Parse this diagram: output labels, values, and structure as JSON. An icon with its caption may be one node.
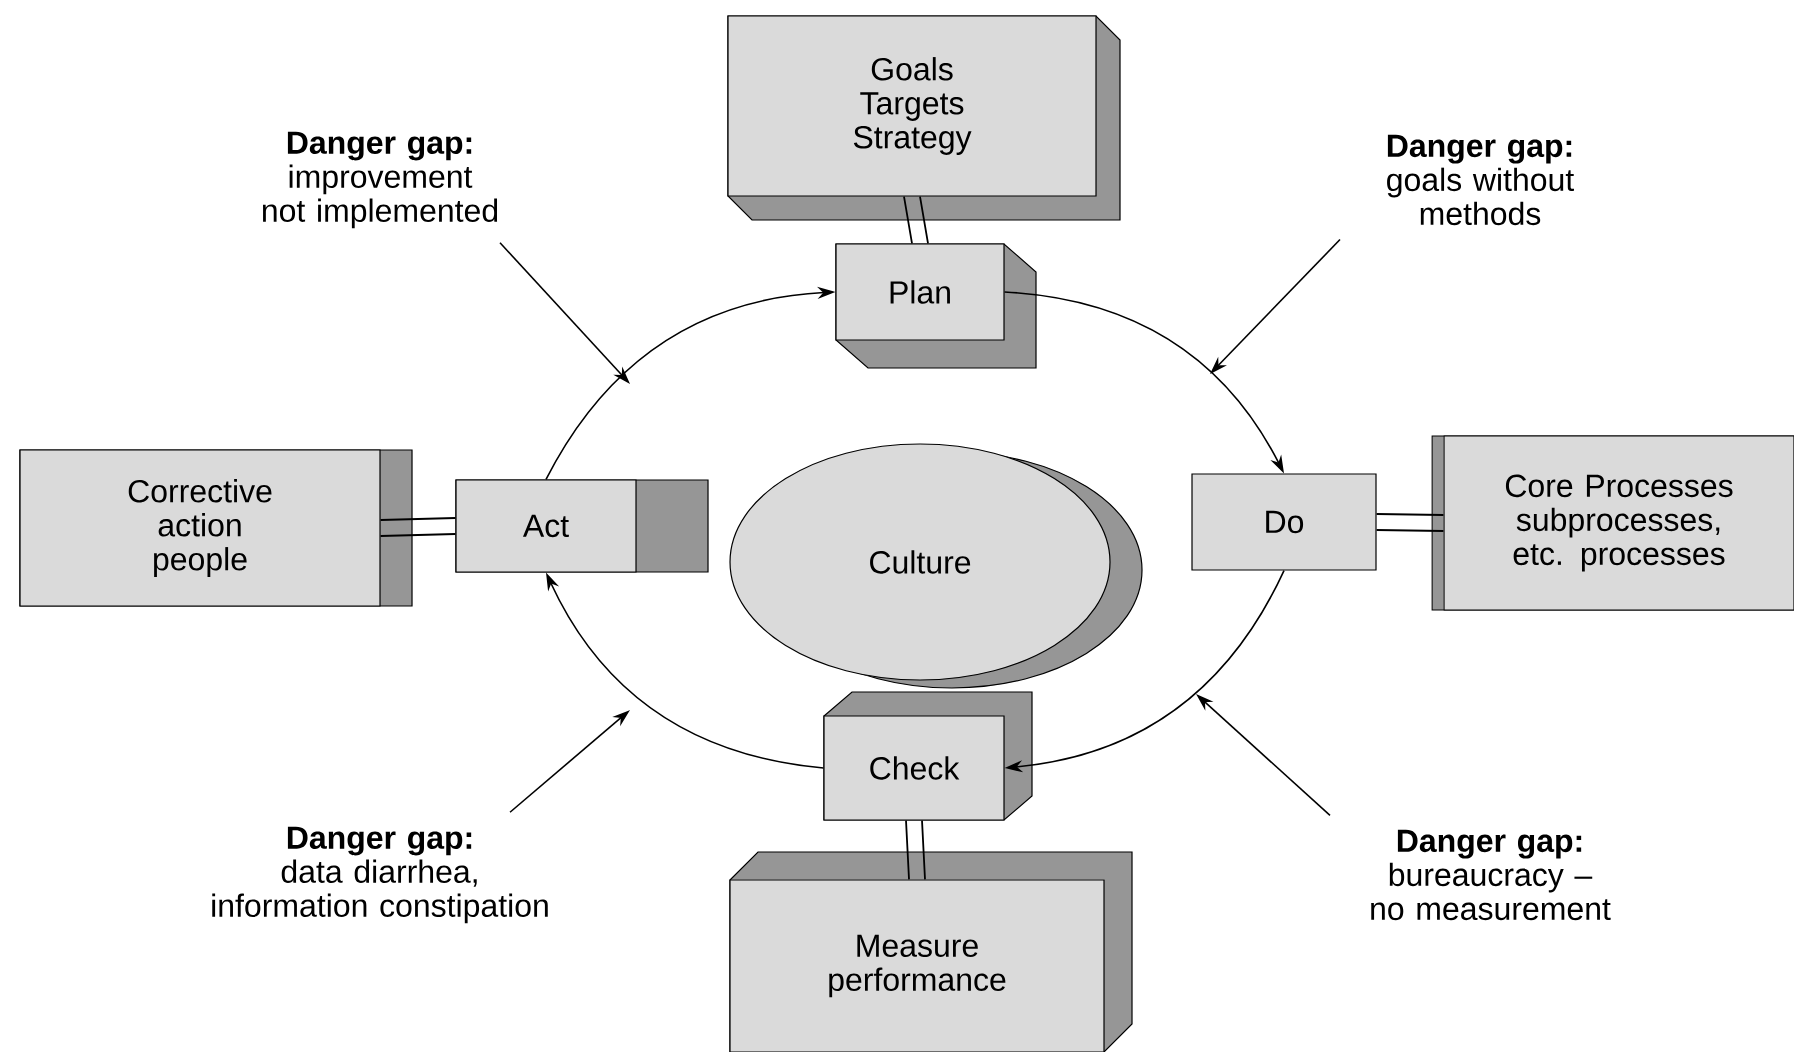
{
  "diagram": {
    "nodes": [
      {
        "text": [
          "Goals Targets Strategy"
        ]
      },
      {
        "text": [
          "Plan"
        ]
      },
      {
        "text": [
          "Corrective action people"
        ]
      },
      {
        "text": [
          "Act"
        ]
      },
      {
        "text": [
          "Culture"
        ]
      },
      {
        "text": [
          "Do"
        ]
      },
      {
        "text": [
          "Core Processes subprocesses, etc. processes"
        ]
      },
      {
        "text": [
          "Check"
        ]
      },
      {
        "text": [
          "Measure performance"
        ]
      },
      {
        "text": [
          "Danger gap:",
          "improvement not implemented"
        ]
      },
      {
        "text": [
          "Danger gap:",
          "goals without methods"
        ]
      },
      {
        "text": [
          "Danger gap:",
          "data diarrhea, information constipation"
        ]
      },
      {
        "text": [
          "Danger gap:",
          "bureaucracy – no measurement"
        ]
      }
    ],
    "edges": [
      {
        "from": 0,
        "to": 1,
        "arrow": "none"
      },
      {
        "from": 2,
        "to": 3,
        "arrow": "none"
      },
      {
        "from": 5,
        "to": 6,
        "arrow": "none"
      },
      {
        "from": 7,
        "to": 8,
        "arrow": "none"
      },
      {
        "from": 1,
        "to": 5,
        "arrow": "to"
      },
      {
        "from": 5,
        "to": 7,
        "arrow": "to"
      },
      {
        "from": 7,
        "to": 3,
        "arrow": "to"
      },
      {
        "from": 3,
        "to": 1,
        "arrow": "to"
      },
      {
        "from": 9,
        "to": null,
        "arrow": "to"
      },
      {
        "from": 10,
        "to": null,
        "arrow": "to"
      },
      {
        "from": 11,
        "to": null,
        "arrow": "to"
      },
      {
        "from": 12,
        "to": null,
        "arrow": "to"
      }
    ]
  }
}
